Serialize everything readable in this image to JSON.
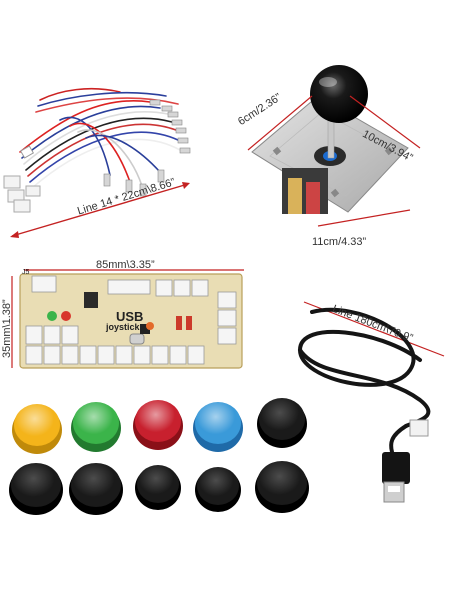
{
  "labels": {
    "wire_line": "Line 14 * 22cm\\8.66”",
    "joystick_height": "6cm/2.36”",
    "joystick_width": "10cm/3.94”",
    "joystick_depth": "11cm/4.33”",
    "board_width": "85mm\\3.35”",
    "board_height": "35mm\\1.38”",
    "cable_line": "Line 180cm\\70.9”"
  },
  "board": {
    "title": "USB",
    "subtitle": "joystick",
    "connector": "J5"
  },
  "buttons": {
    "colors": [
      "#f4b41a",
      "#3bb44a",
      "#c8202e",
      "#3a9ad9",
      "#111111",
      "#111111",
      "#111111",
      "#111111",
      "#111111",
      "#111111"
    ]
  }
}
